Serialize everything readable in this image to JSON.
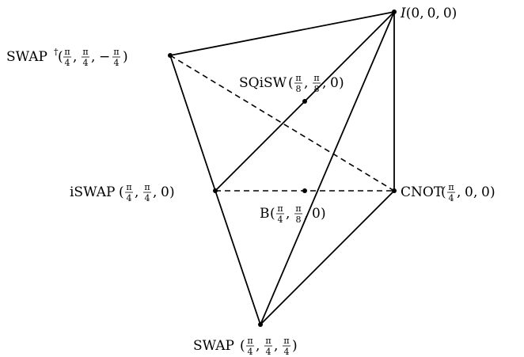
{
  "diagram": {
    "colors": {
      "line": "#000000",
      "background": "#ffffff"
    },
    "points": {
      "I": {
        "name": "I",
        "coords": [
          "0",
          "0",
          "0"
        ]
      },
      "swapdag": {
        "name": "SWAP",
        "sup": "†",
        "coords": [
          "π/4",
          "π/4",
          "−π/4"
        ]
      },
      "sqisw": {
        "name": "SQiSW",
        "coords": [
          "π/8",
          "π/8",
          "0"
        ]
      },
      "iswap": {
        "name": "iSWAP",
        "coords": [
          "π/4",
          "π/4",
          "0"
        ]
      },
      "cnot": {
        "name": "CNOT",
        "coords": [
          "π/4",
          "0",
          "0"
        ]
      },
      "b": {
        "name": "B",
        "coords": [
          "π/4",
          "π/8",
          "0"
        ]
      },
      "swap": {
        "name": "SWAP",
        "coords": [
          "π/4",
          "π/4",
          "π/4"
        ]
      }
    },
    "frac": {
      "pi_over_4": {
        "num": "π",
        "den": "4"
      },
      "pi_over_8": {
        "num": "π",
        "den": "8"
      },
      "minus": "−"
    },
    "punct": {
      "open": "(",
      "close": ")",
      "comma": ","
    },
    "zero": "0"
  }
}
